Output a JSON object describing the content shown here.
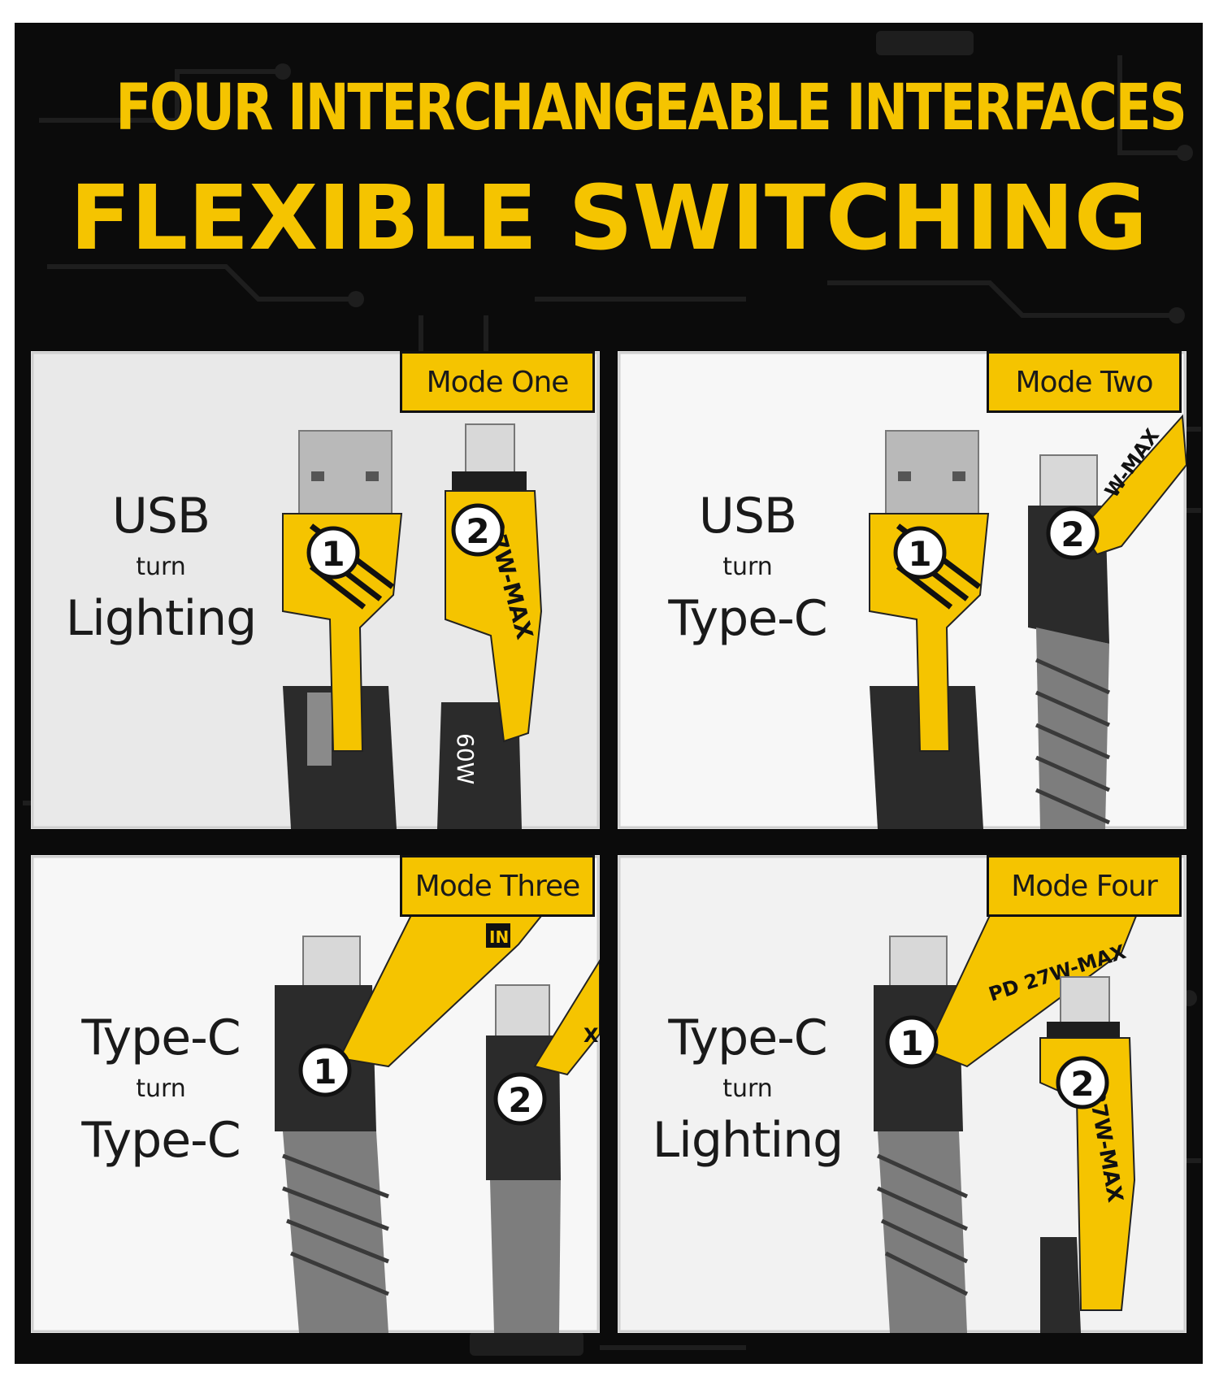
{
  "headline": {
    "line1": "FOUR INTERCHANGEABLE  INTERFACES",
    "line2": "FLEXIBLE SWITCHING"
  },
  "colors": {
    "accent": "#f5c400",
    "background": "#0b0b0b",
    "panel": "#ececec",
    "cable_dark": "#2a2a2a"
  },
  "modes": [
    {
      "tag": "Mode One",
      "from": "USB",
      "joiner": "turn",
      "to": "Lighting",
      "badge1": "1",
      "badge2": "2"
    },
    {
      "tag": "Mode Two",
      "from": "USB",
      "joiner": "turn",
      "to": "Type-C",
      "badge1": "1",
      "badge2": "2"
    },
    {
      "tag": "Mode Three",
      "from": "Type-C",
      "joiner": "turn",
      "to": "Type-C",
      "badge1": "1",
      "badge2": "2"
    },
    {
      "tag": "Mode Four",
      "from": "Type-C",
      "joiner": "turn",
      "to": "Lighting",
      "badge1": "1",
      "badge2": "2"
    }
  ],
  "product_marks": {
    "cap_text": "27W-MAX",
    "cap_text_partial": "W-MAX",
    "cap_text_pd": "PD 27W-MAX",
    "body_text": "60W",
    "pd_partial": "PD",
    "side_code": "IN",
    "cap_cut_x": "X"
  }
}
